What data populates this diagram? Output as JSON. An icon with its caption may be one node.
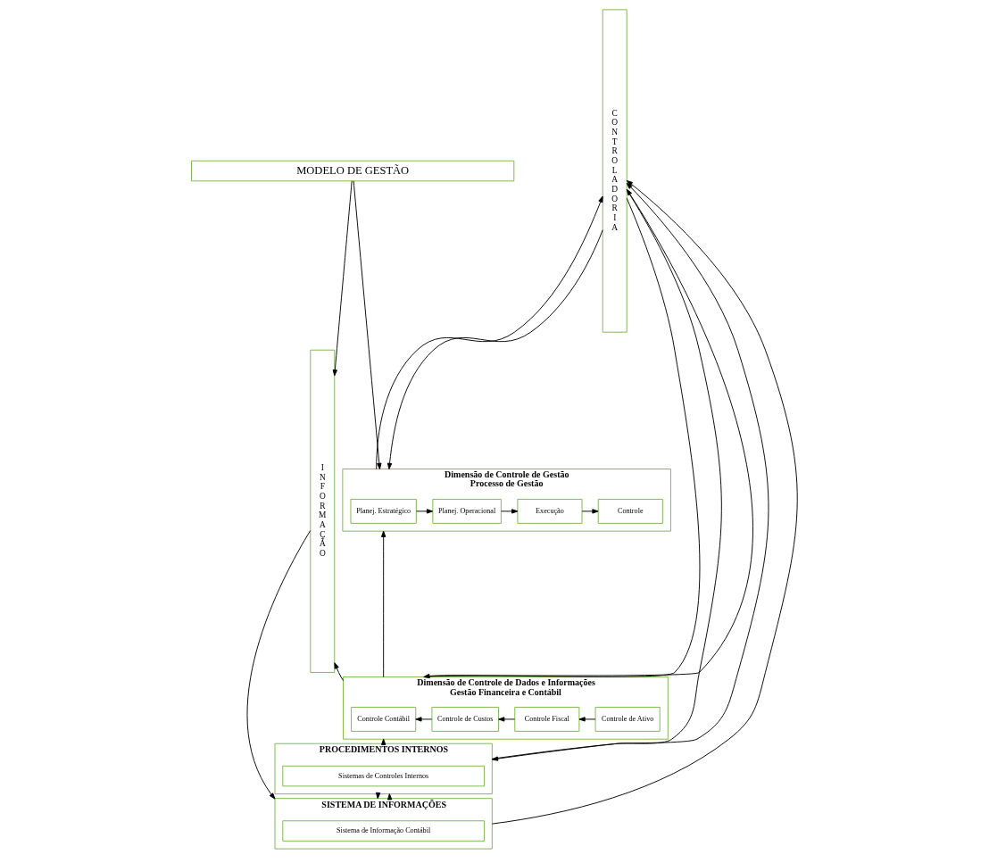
{
  "diagram": {
    "nodes": [
      {
        "text": [
          "MODELO DE GESTÃO"
        ]
      },
      {
        "text": [
          "INFORMAÇÃO"
        ]
      },
      {
        "text": [
          "CONTROLADORIA"
        ]
      },
      {
        "text": [
          "Dimensão de Controle de Gestão",
          "Processo de Gestão"
        ]
      },
      {
        "text": [
          "Planej. Estratégico"
        ],
        "in": 3
      },
      {
        "text": [
          "Planej. Operacional"
        ],
        "in": 3
      },
      {
        "text": [
          "Execução"
        ],
        "in": 3
      },
      {
        "text": [
          "Controle"
        ],
        "in": 3
      },
      {
        "text": [
          "Dimensão de Controle de Dados e Informações",
          "Gestão Financeira e Contábil"
        ]
      },
      {
        "text": [
          "Controle Contábil"
        ],
        "in": 8
      },
      {
        "text": [
          "Controle de Custos"
        ],
        "in": 8
      },
      {
        "text": [
          "Controle Fiscal"
        ],
        "in": 8
      },
      {
        "text": [
          "Controle de Ativo"
        ],
        "in": 8
      },
      {
        "text": [
          "PROCEDIMENTOS INTERNOS"
        ]
      },
      {
        "text": [
          "Sistemas de Controles Internos"
        ],
        "in": 13
      },
      {
        "text": [
          "SISTEMA DE INFORMAÇÕES"
        ]
      },
      {
        "text": [
          "Sistema de Informação Contábil"
        ],
        "in": 15
      }
    ],
    "edges": [
      {
        "from": 0,
        "to": 1,
        "arrow": "to"
      },
      {
        "from": 0,
        "to": 3,
        "arrow": "to"
      },
      {
        "from": 2,
        "to": 3,
        "arrow": "to"
      },
      {
        "from": 3,
        "to": 2,
        "arrow": "to"
      },
      {
        "from": 4,
        "to": 5,
        "arrow": "to"
      },
      {
        "from": 5,
        "to": 6,
        "arrow": "to"
      },
      {
        "from": 6,
        "to": 7,
        "arrow": "to"
      },
      {
        "from": 8,
        "to": 3,
        "arrow": "to"
      },
      {
        "from": 8,
        "to": 1,
        "arrow": "to"
      },
      {
        "from": 2,
        "to": 8,
        "arrow": "to"
      },
      {
        "from": 8,
        "to": 2,
        "arrow": "to"
      },
      {
        "from": 12,
        "to": 11,
        "arrow": "to"
      },
      {
        "from": 11,
        "to": 10,
        "arrow": "to"
      },
      {
        "from": 10,
        "to": 9,
        "arrow": "to"
      },
      {
        "from": 13,
        "to": 8,
        "arrow": "to"
      },
      {
        "from": 2,
        "to": 13,
        "arrow": "to"
      },
      {
        "from": 13,
        "to": 2,
        "arrow": "to"
      },
      {
        "from": 13,
        "to": 15,
        "arrow": "to"
      },
      {
        "from": 15,
        "to": 13,
        "arrow": "to"
      },
      {
        "from": 1,
        "to": 15,
        "arrow": "to"
      },
      {
        "from": 15,
        "to": 2,
        "arrow": "to"
      }
    ]
  }
}
